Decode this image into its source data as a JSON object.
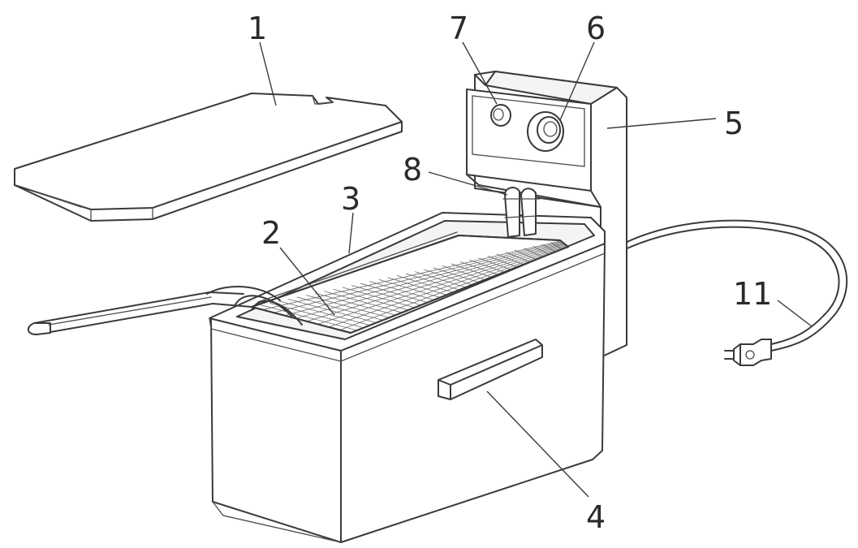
{
  "labels": [
    {
      "id": "lid",
      "text": "1"
    },
    {
      "id": "basket",
      "text": "2"
    },
    {
      "id": "tank",
      "text": "3"
    },
    {
      "id": "handle",
      "text": "4"
    },
    {
      "id": "control-box",
      "text": "5"
    },
    {
      "id": "thermostat-knob",
      "text": "6"
    },
    {
      "id": "indicator-light",
      "text": "7"
    },
    {
      "id": "heating-element",
      "text": "8"
    },
    {
      "id": "power-plug",
      "text": "11"
    }
  ]
}
